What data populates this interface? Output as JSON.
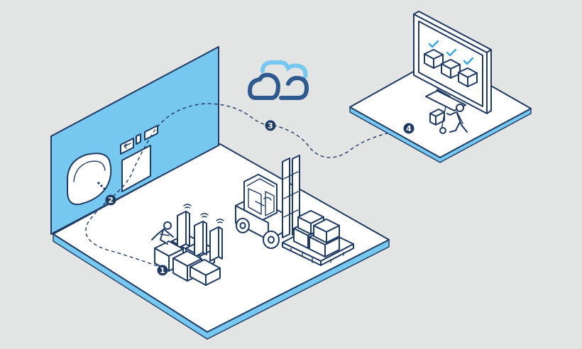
{
  "step_markers": [
    {
      "id": "step-1",
      "label": "1"
    },
    {
      "id": "step-2",
      "label": "2"
    },
    {
      "id": "step-3",
      "label": "3"
    },
    {
      "id": "step-4",
      "label": "4"
    }
  ],
  "colors": {
    "background": "#e3e4e4",
    "outline": "#1f3a63",
    "accent_blue": "#76c8f0",
    "floor": "#ffffff"
  },
  "icons": [
    "cloud-icon",
    "wifi-access-point-icon",
    "rfid-tag-icon",
    "forklift-icon",
    "pallet-icon",
    "monitor-icon",
    "checkmark-icon",
    "worker-icon",
    "hand-truck-icon",
    "exit-sign-icon"
  ]
}
